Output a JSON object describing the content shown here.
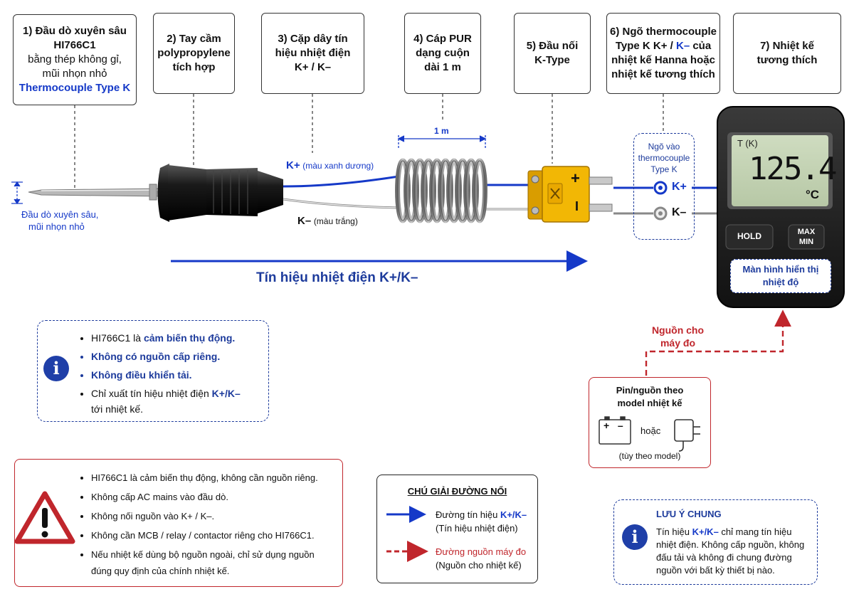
{
  "callouts": [
    {
      "num": "1)",
      "line1": "Đầu dò xuyên sâu",
      "line2": "HI766C1",
      "line3": "bằng thép không gỉ,",
      "line4": "mũi nhọn nhỏ",
      "line5": "Thermocouple Type K"
    },
    {
      "text": "2) Tay cầm polypropylene tích hợp"
    },
    {
      "text": "3) Cặp dây tín hiệu nhiệt điện K+ / K–"
    },
    {
      "text": "4) Cáp PUR dạng cuộn dài 1 m"
    },
    {
      "text": "5) Đầu nối K-Type"
    },
    {
      "line1": "6) Ngõ thermocouple",
      "line2a": "Type K K+ / ",
      "line2b": "K–",
      "line2c": " của",
      "line3": "nhiệt kế Hanna hoặc",
      "line4": "nhiệt kế tương thích"
    },
    {
      "text": "7) Nhiệt kế tương thích"
    }
  ],
  "probe": {
    "tip_label_1": "Đầu dò xuyên sâu,",
    "tip_label_2": "mũi nhọn nhỏ"
  },
  "wires": {
    "kplus": "K+",
    "kplus_note": "(màu xanh dương)",
    "kminus": "K–",
    "kminus_note": "(màu trắng)"
  },
  "cable": {
    "length_label": "1 m"
  },
  "connector": {
    "plus": "+",
    "minus": "I"
  },
  "input": {
    "title_1": "Ngõ vào",
    "title_2": "thermocouple",
    "title_3": "Type K",
    "kplus": "K+",
    "kminus": "K–"
  },
  "meter": {
    "unit_label": "T (K)",
    "reading": "125.4",
    "unit": "°C",
    "hold": "HOLD",
    "maxmin_1": "MAX",
    "maxmin_2": "MIN",
    "display_label_1": "Màn hình hiển thị",
    "display_label_2": "nhiệt độ"
  },
  "signal_arrow_label": "Tín hiệu nhiệt điện K+/K–",
  "power": {
    "label_1": "Nguồn cho",
    "label_2": "máy đo",
    "box_title_1": "Pin/nguồn theo",
    "box_title_2": "model nhiệt kế",
    "or": "hoặc",
    "note": "(tùy theo model)"
  },
  "info_box": {
    "icon": "i",
    "item1_a": "HI766C1 là ",
    "item1_b": "cảm biến thụ động.",
    "item2": "Không có nguồn cấp riêng.",
    "item3": "Không điều khiển tải.",
    "item4_a": "Chỉ xuất tín hiệu nhiệt điện ",
    "item4_b": "K+/K–",
    "item4_c": "tới nhiệt kế."
  },
  "warning_box": {
    "items": [
      "HI766C1 là cảm biến thụ động, không cần nguồn riêng.",
      "Không cấp AC mains vào đầu dò.",
      "Không nối nguồn vào K+ / K–.",
      "Không cần MCB / relay / contactor riêng cho HI766C1.",
      "Nếu nhiệt kế dùng bộ nguồn ngoài, chỉ sử dụng nguồn",
      "đúng quy định của chính nhiệt kế."
    ]
  },
  "legend": {
    "title": "CHÚ GIẢI ĐƯỜNG NỐI",
    "signal_a": "Đường tín hiệu ",
    "signal_b": "K+/K–",
    "signal_c": "(Tín hiệu nhiệt điện)",
    "power_a": "Đường nguồn máy đo",
    "power_b": "(Nguồn cho nhiệt kế)"
  },
  "note_box": {
    "title": "LƯU Ý CHUNG",
    "line1_a": "Tín hiệu ",
    "line1_b": "K+/K–",
    "line1_c": " chỉ mang tín hiệu",
    "line2": "nhiệt điện. Không cấp nguồn, không",
    "line3": "đấu tải và không đi chung đường",
    "line4": "nguồn với bất kỳ thiết bị nào."
  },
  "colors": {
    "blue": "#1539c8",
    "navy": "#1d3b9c",
    "red": "#c0262c",
    "yellow": "#f2b705"
  }
}
